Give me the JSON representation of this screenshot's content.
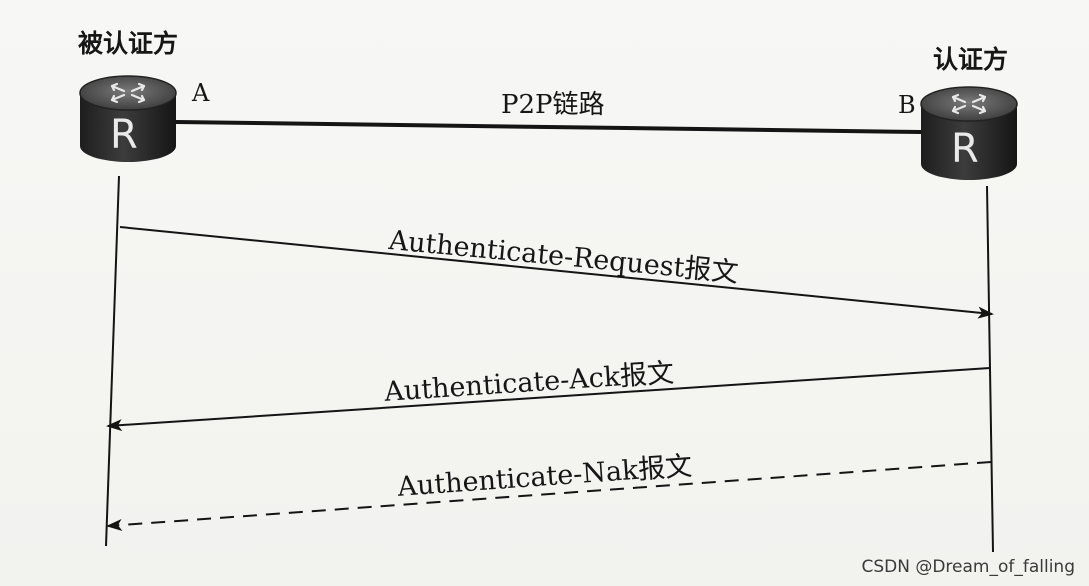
{
  "roles": {
    "left": "被认证方",
    "right": "认证方"
  },
  "ports": {
    "a": "A",
    "b": "B"
  },
  "routers": {
    "left_letter": "R",
    "right_letter": "R"
  },
  "link": {
    "label": "P2P链路"
  },
  "messages": [
    {
      "label": "Authenticate-Request报文",
      "direction": "A→B",
      "style": "solid"
    },
    {
      "label": "Authenticate-Ack报文",
      "direction": "B→A",
      "style": "solid"
    },
    {
      "label": "Authenticate-Nak报文",
      "direction": "B→A",
      "style": "dashed"
    }
  ],
  "watermark": "CSDN @Dream_of_falling",
  "colors": {
    "line": "#141414",
    "router_body": "#2a2a2a",
    "router_top": "#5a5a5a",
    "background": "#f4f4f1"
  },
  "icons": {
    "router": "router-icon"
  }
}
